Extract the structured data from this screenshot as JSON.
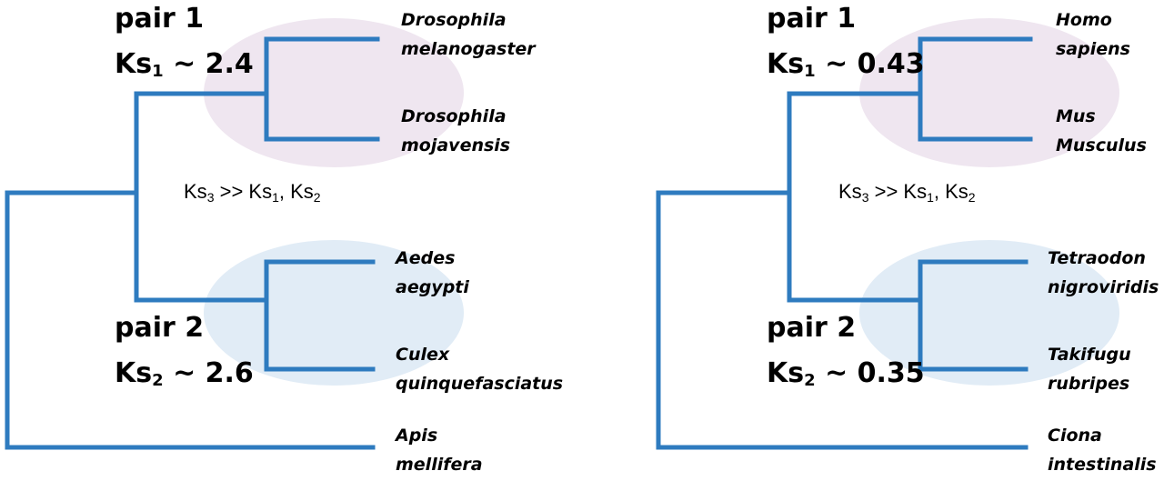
{
  "colors": {
    "branch": "#2e7bbf",
    "upper_ellipse": "#efe6f0",
    "lower_ellipse": "#e1ecf6"
  },
  "trees": [
    {
      "pair1": {
        "title": "pair 1",
        "ks_prefix": "Ks",
        "ks_sub": "1",
        "ks_value": " ~ 2.4"
      },
      "pair2": {
        "title": "pair 2",
        "ks_prefix": "Ks",
        "ks_sub": "2",
        "ks_value": " ~ 2.6"
      },
      "relation": {
        "a": "Ks",
        "a_sub": "3",
        "op": " >> Ks",
        "b_sub": "1",
        "sep": ", Ks",
        "c_sub": "2"
      },
      "species": [
        {
          "line1": "Drosophila",
          "line2": "melanogaster"
        },
        {
          "line1": "Drosophila",
          "line2": "mojavensis"
        },
        {
          "line1": "Aedes",
          "line2": "aegypti"
        },
        {
          "line1": "Culex",
          "line2": "quinquefasciatus"
        },
        {
          "line1": "Apis",
          "line2": "mellifera"
        }
      ]
    },
    {
      "pair1": {
        "title": "pair 1",
        "ks_prefix": "Ks",
        "ks_sub": "1",
        "ks_value": " ~ 0.43"
      },
      "pair2": {
        "title": "pair 2",
        "ks_prefix": "Ks",
        "ks_sub": "2",
        "ks_value": " ~ 0.35"
      },
      "relation": {
        "a": "Ks",
        "a_sub": "3",
        "op": " >> Ks",
        "b_sub": "1",
        "sep": ", Ks",
        "c_sub": "2"
      },
      "species": [
        {
          "line1": "Homo",
          "line2": "sapiens"
        },
        {
          "line1": "Mus",
          "line2": "Musculus"
        },
        {
          "line1": "Tetraodon",
          "line2": "nigroviridis"
        },
        {
          "line1": "Takifugu",
          "line2": "rubripes"
        },
        {
          "line1": "Ciona",
          "line2": "intestinalis"
        }
      ]
    }
  ]
}
